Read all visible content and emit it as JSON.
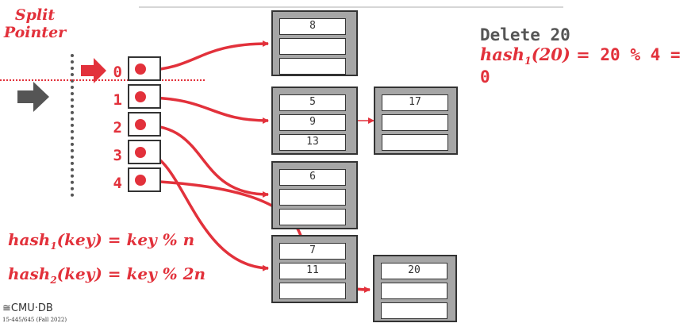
{
  "split_pointer_label": [
    "Split",
    "Pointer"
  ],
  "directory_slots": [
    "0",
    "1",
    "2",
    "3",
    "4"
  ],
  "buckets": [
    {
      "slots": [
        "8",
        "",
        ""
      ]
    },
    {
      "slots": [
        "5",
        "9",
        "13"
      ]
    },
    {
      "slots": [
        "6",
        "",
        ""
      ]
    },
    {
      "slots": [
        "7",
        "11",
        ""
      ]
    }
  ],
  "overflow_buckets": [
    {
      "slots": [
        "17",
        "",
        ""
      ]
    },
    {
      "slots": [
        "20",
        "",
        ""
      ]
    }
  ],
  "operation": {
    "title": "Delete 20",
    "hash_fn": "hash",
    "hash_sub": "1",
    "hash_arg": "(20) =",
    "hash_rest": " 20 % 4 = 0"
  },
  "formulas": [
    {
      "fn": "hash",
      "sub": "1",
      "rest": "(key) = key % n"
    },
    {
      "fn": "hash",
      "sub": "2",
      "rest": "(key) = key % 2n"
    }
  ],
  "footer": {
    "logo": "CMU·DB",
    "course": "15-445/645 (Fall 2022)"
  },
  "colors": {
    "accent": "#e2313b",
    "bucket_fill": "#a6a6a6",
    "arrow_gray": "#555555"
  }
}
